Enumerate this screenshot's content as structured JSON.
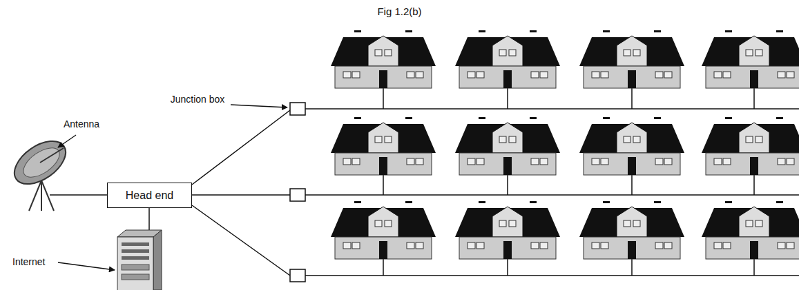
{
  "diagram": {
    "title": "Fig 1.2(b)",
    "nodes": [
      {
        "text": [
          "Head end"
        ]
      }
    ],
    "labels": [
      "Junction box",
      "Antenna",
      "Internet"
    ]
  }
}
